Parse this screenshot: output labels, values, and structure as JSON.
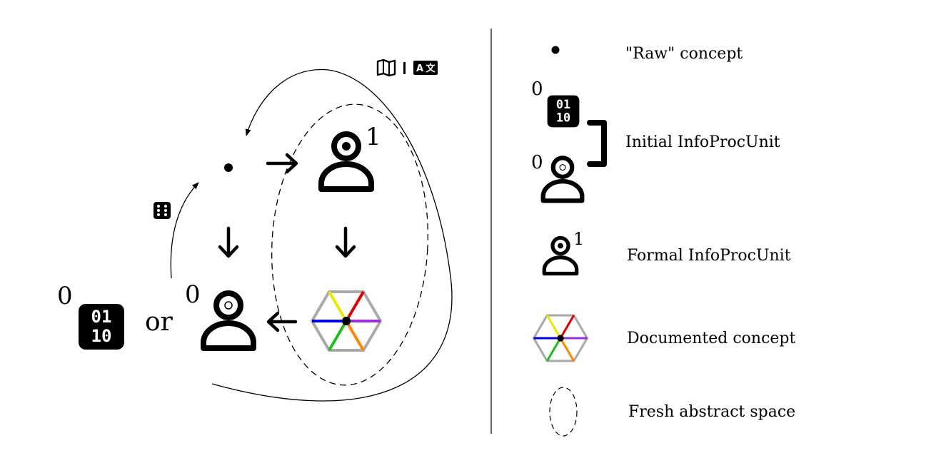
{
  "diagram": {
    "operator_or": "or",
    "superscripts": {
      "zero": "0",
      "one": "1"
    },
    "icons": {
      "binary": "binary-0110-icon",
      "person": "person-icon",
      "formal_person": "person-target-icon",
      "documented": "hexagon-rainbow-icon",
      "map": "map-icon",
      "translate": "translate-az-icon",
      "dice": "dice-icon"
    },
    "rainbow_colors": [
      "#e00000",
      "#9a30d8",
      "#ff8800",
      "#22bb22",
      "#0000dd",
      "#e8e800"
    ],
    "hex_outline_color": "#aaaaaa"
  },
  "legend": {
    "items": [
      {
        "label": "\"Raw\" concept"
      },
      {
        "label": "Initial InfoProcUnit"
      },
      {
        "label": "Formal InfoProcUnit"
      },
      {
        "label": "Documented concept"
      },
      {
        "label": "Fresh abstract space"
      }
    ]
  }
}
